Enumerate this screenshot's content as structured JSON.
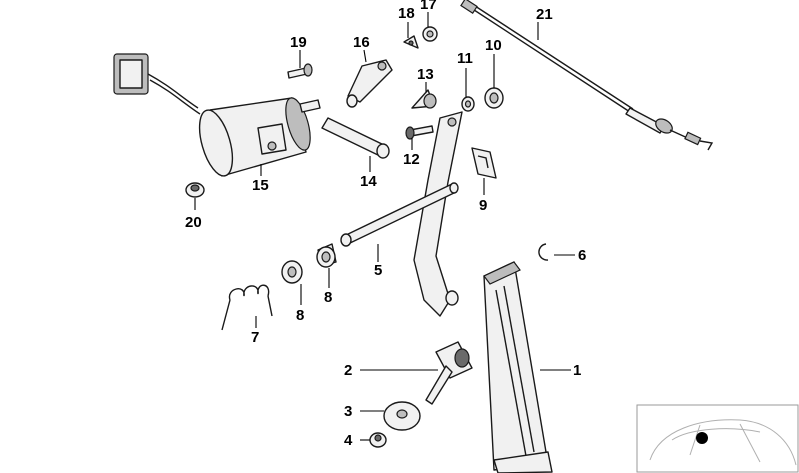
{
  "callouts": {
    "c1": "1",
    "c2": "2",
    "c3": "3",
    "c4": "4",
    "c5": "5",
    "c6": "6",
    "c7": "7",
    "c8a": "8",
    "c8b": "8",
    "c9": "9",
    "c10": "10",
    "c11": "11",
    "c12": "12",
    "c13": "13",
    "c14": "14",
    "c15": "15",
    "c16": "16",
    "c17": "17",
    "c18": "18",
    "c19": "19",
    "c20": "20",
    "c21": "21"
  },
  "colors": {
    "line": "#1a1a1a",
    "fill": "#f1f1f1",
    "shade": "#bdbdbd",
    "locator_dot": "#000000"
  }
}
